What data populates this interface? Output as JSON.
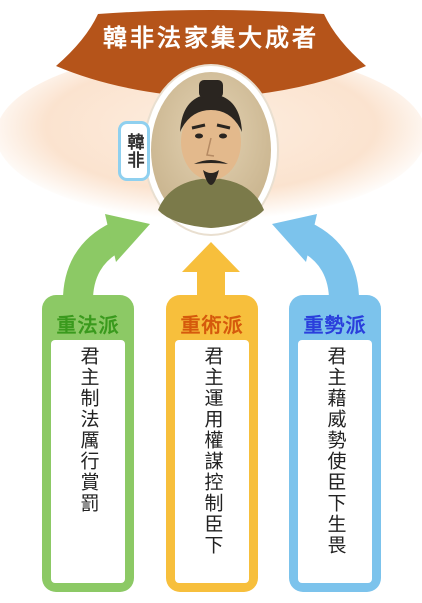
{
  "title": "韓非法家集大成者",
  "figure": {
    "name": "韓非"
  },
  "colors": {
    "banner": "#b5541a",
    "glow": "#fbe3cf",
    "law": "#8cc965",
    "technique": "#f7bf3c",
    "power": "#7cc3ec",
    "law_text": "#3a9a1d",
    "technique_text": "#d55a0c",
    "power_text": "#2a3fdc"
  },
  "schools": [
    {
      "title": "重法派",
      "desc": "君主制法厲行賞罰"
    },
    {
      "title": "重術派",
      "desc": "君主運用權謀控制臣下"
    },
    {
      "title": "重勢派",
      "desc": "君主藉威勢使臣下生畏"
    }
  ]
}
